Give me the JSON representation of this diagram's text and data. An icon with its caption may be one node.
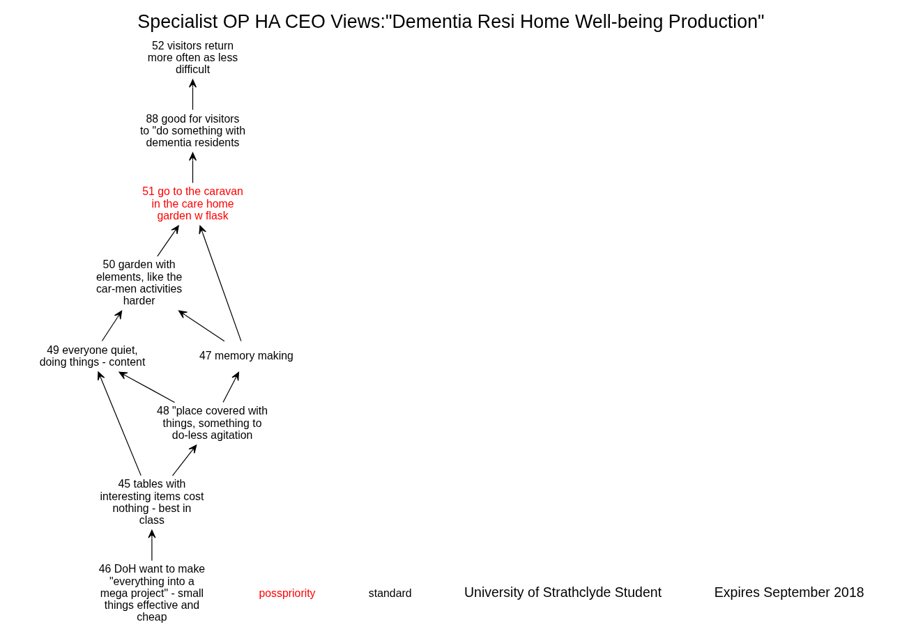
{
  "diagram": {
    "title": "Specialist OP HA CEO Views:\"Dementia Resi Home Well-being Production\"",
    "nodes": [
      {
        "text": [
          "52 visitors return more often as less difficult"
        ]
      },
      {
        "text": [
          "88 good for visitors to \"do something with dementia residents"
        ]
      },
      {
        "text": [
          "51 go to the caravan in the care home garden w flask"
        ]
      },
      {
        "text": [
          "50 garden with elements, like the car-men activities harder"
        ]
      },
      {
        "text": [
          "49 everyone quiet, doing things - content"
        ]
      },
      {
        "text": [
          "47 memory making"
        ]
      },
      {
        "text": [
          "46 DoH want to make \"everything into a mega project\" - small things effective and cheap"
        ]
      },
      {
        "text": [
          "48 \"place covered with things, something to do-less agitation"
        ]
      },
      {
        "text": [
          "45 tables with interesting items cost nothing - best in class"
        ]
      }
    ],
    "edges": [
      {
        "from": 2,
        "to": 1,
        "arrow": "to"
      },
      {
        "from": 1,
        "to": 0,
        "arrow": "to"
      },
      {
        "from": 5,
        "to": 2,
        "arrow": "to"
      },
      {
        "from": 3,
        "to": 2,
        "arrow": "to"
      },
      {
        "from": 5,
        "to": 3,
        "arrow": "to"
      },
      {
        "from": 4,
        "to": 3,
        "arrow": "to"
      },
      {
        "from": 7,
        "to": 5,
        "arrow": "to"
      },
      {
        "from": 7,
        "to": 4,
        "arrow": "to"
      },
      {
        "from": 8,
        "to": 4,
        "arrow": "to"
      },
      {
        "from": 8,
        "to": 7,
        "arrow": "to"
      },
      {
        "from": 6,
        "to": 8,
        "arrow": "to"
      }
    ],
    "labels": [
      "University of Strathclyde Student",
      "Expires September 2018"
    ],
    "legend": [
      {
        "text": "posspriority",
        "color": "#ff0000"
      },
      {
        "text": "standard",
        "color": "#000000"
      }
    ]
  }
}
